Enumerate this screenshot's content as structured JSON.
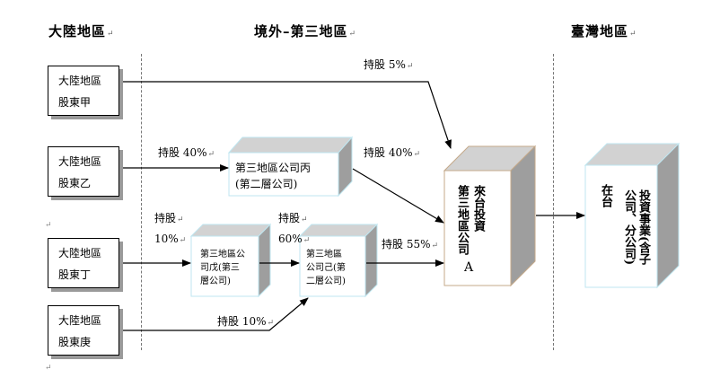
{
  "regions": {
    "mainland": "大陸地區",
    "overseas": "境外–第三地區",
    "taiwan": "臺灣地區"
  },
  "shareholders": [
    {
      "line1": "大陸地區",
      "line2": "股東甲"
    },
    {
      "line1": "大陸地區",
      "line2": "股東乙"
    },
    {
      "line1": "大陸地區",
      "line2": "股東丁"
    },
    {
      "line1": "大陸地區",
      "line2": "股東庚"
    }
  ],
  "labels": {
    "jia_a": "持股 5%",
    "yi_bing": "持股 40%",
    "bing_a": "持股 40%",
    "ding_wu_1": "持股",
    "ding_wu_2": "10%",
    "wu_ji_1": "持股",
    "wu_ji_2": "60%",
    "ji_a": "持股 55%",
    "geng_ji": "持股 10%"
  },
  "companies": {
    "bing_line1": "第三地區公司丙",
    "bing_line2": "(第二層公司)",
    "wu_line1": "第三地區公",
    "wu_line2": "司戊(第三",
    "wu_line3": "層公司)",
    "ji_line1": "第三地區",
    "ji_line2": "公司己(第",
    "ji_line3": "二層公司)",
    "a_col1": "第三地區公司",
    "a_col2": "來台投資",
    "a_col3": "A",
    "tw_col1": "在台",
    "tw_col2": "投資事業(含子公司、分公司)"
  },
  "colors": {
    "cube_edge": "#bfe6f0",
    "cube_side": "#a0a0a0",
    "cube_top": "#cfcfcf"
  }
}
